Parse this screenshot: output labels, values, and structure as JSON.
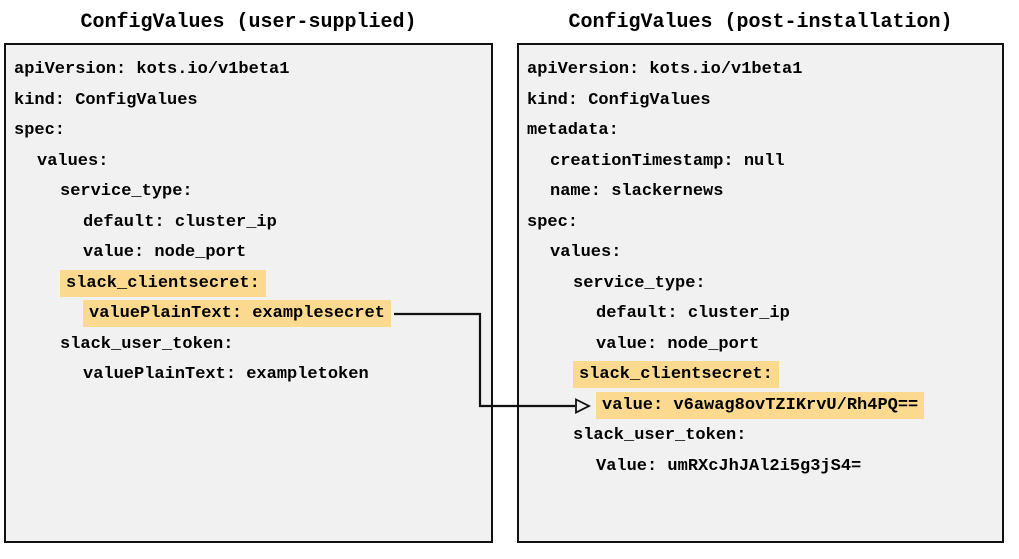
{
  "panels": [
    {
      "title": "ConfigValues (user-supplied)",
      "lines": [
        {
          "indent": 0,
          "text": "apiVersion: kots.io/v1beta1",
          "highlight": false
        },
        {
          "indent": 0,
          "text": "kind: ConfigValues",
          "highlight": false
        },
        {
          "indent": 0,
          "text": "spec:",
          "highlight": false
        },
        {
          "indent": 1,
          "text": "values:",
          "highlight": false
        },
        {
          "indent": 2,
          "text": "service_type:",
          "highlight": false
        },
        {
          "indent": 3,
          "text": "default: cluster_ip",
          "highlight": false
        },
        {
          "indent": 3,
          "text": "value: node_port",
          "highlight": false
        },
        {
          "indent": 2,
          "text": "slack_clientsecret:",
          "highlight": true
        },
        {
          "indent": 3,
          "text": "valuePlainText: examplesecret",
          "highlight": true
        },
        {
          "indent": 2,
          "text": "slack_user_token:",
          "highlight": false
        },
        {
          "indent": 3,
          "text": "valuePlainText: exampletoken",
          "highlight": false
        }
      ]
    },
    {
      "title": "ConfigValues (post-installation)",
      "lines": [
        {
          "indent": 0,
          "text": "apiVersion: kots.io/v1beta1",
          "highlight": false
        },
        {
          "indent": 0,
          "text": "kind: ConfigValues",
          "highlight": false
        },
        {
          "indent": 0,
          "text": "metadata:",
          "highlight": false
        },
        {
          "indent": 1,
          "text": "creationTimestamp: null",
          "highlight": false
        },
        {
          "indent": 1,
          "text": "name: slackernews",
          "highlight": false
        },
        {
          "indent": 0,
          "text": "spec:",
          "highlight": false
        },
        {
          "indent": 1,
          "text": "values:",
          "highlight": false
        },
        {
          "indent": 2,
          "text": "service_type:",
          "highlight": false
        },
        {
          "indent": 3,
          "text": "default: cluster_ip",
          "highlight": false
        },
        {
          "indent": 3,
          "text": "value: node_port",
          "highlight": false
        },
        {
          "indent": 2,
          "text": "slack_clientsecret:",
          "highlight": true
        },
        {
          "indent": 3,
          "text": "value: v6awag8ovTZIKrvU/Rh4PQ==",
          "highlight": true
        },
        {
          "indent": 2,
          "text": "slack_user_token:",
          "highlight": false
        },
        {
          "indent": 3,
          "text": "Value: umRXcJhJAl2i5g3jS4=",
          "highlight": false
        }
      ]
    }
  ],
  "arrow": {
    "from_text": "valuePlainText: examplesecret",
    "to_text": "value: v6awag8ovTZIKrvU/Rh4PQ=="
  },
  "colors": {
    "highlight": "#fbd98f",
    "panel_bg": "#f1f1f1",
    "border": "#111111",
    "text": "#000000",
    "arrow": "#111111"
  }
}
